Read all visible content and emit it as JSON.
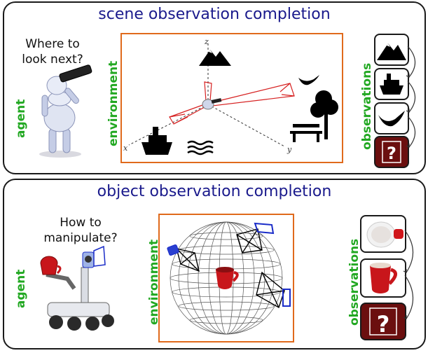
{
  "scene": {
    "title": "scene observation completion",
    "question": "Where to look next?",
    "agent_label": "agent",
    "environment_label": "environment",
    "observations_label": "observations",
    "axes": {
      "x": "x",
      "y": "y",
      "z": "z"
    },
    "unknown_mark": "?"
  },
  "object": {
    "title": "object observation completion",
    "question": "How to manipulate?",
    "agent_label": "agent",
    "environment_label": "environment",
    "observations_label": "observations",
    "unknown_mark": "?"
  },
  "colors": {
    "title_blue": "#1a1a8c",
    "label_green": "#22a822",
    "env_border_orange": "#e06a1c",
    "frustum_red": "#d62020",
    "camera_blue": "#1a2cc8",
    "unknown_bg": "#6b0f0f"
  }
}
